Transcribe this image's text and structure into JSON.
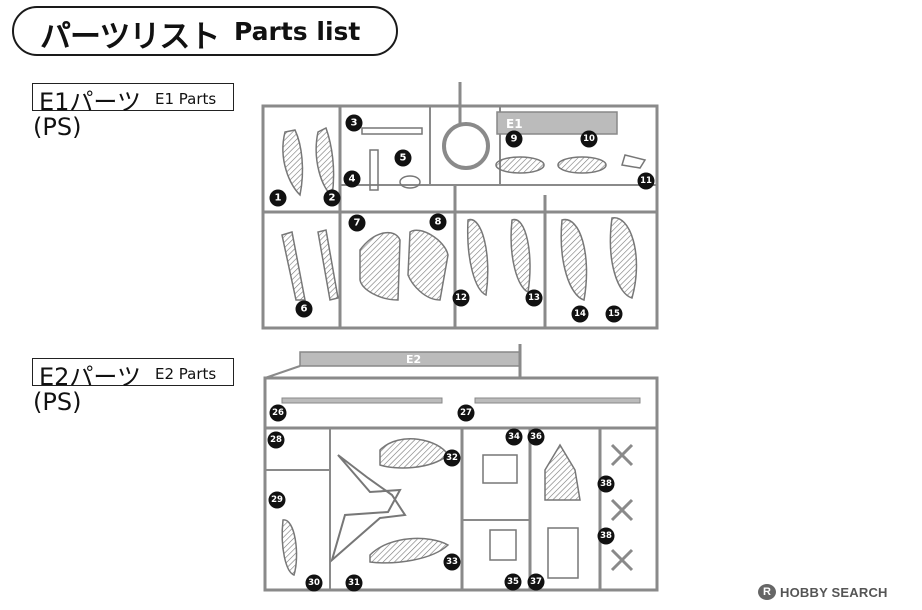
{
  "title": {
    "ja": "パーツリスト",
    "en": "Parts list"
  },
  "sections": [
    {
      "id": "E1",
      "label_ja": "E1パーツ",
      "label_en": "E1 Parts",
      "material": "(PS)",
      "runner_tag": "E1",
      "parts": [
        "1",
        "2",
        "3",
        "4",
        "5",
        "6",
        "7",
        "8",
        "9",
        "10",
        "11",
        "12",
        "13",
        "14",
        "15"
      ]
    },
    {
      "id": "E2",
      "label_ja": "E2パーツ",
      "label_en": "E2 Parts",
      "material": "(PS)",
      "runner_tag": "E2",
      "parts": [
        "26",
        "27",
        "28",
        "29",
        "30",
        "31",
        "32",
        "33",
        "34",
        "35",
        "36",
        "37",
        "38",
        "38"
      ]
    }
  ],
  "watermark": {
    "icon": "circle-r-icon",
    "text": "HOBBY SEARCH",
    "icon_glyph": "R"
  },
  "colors": {
    "runner": "#8f8f8f",
    "badge": "#111111",
    "frame": "#1a1a1a"
  }
}
